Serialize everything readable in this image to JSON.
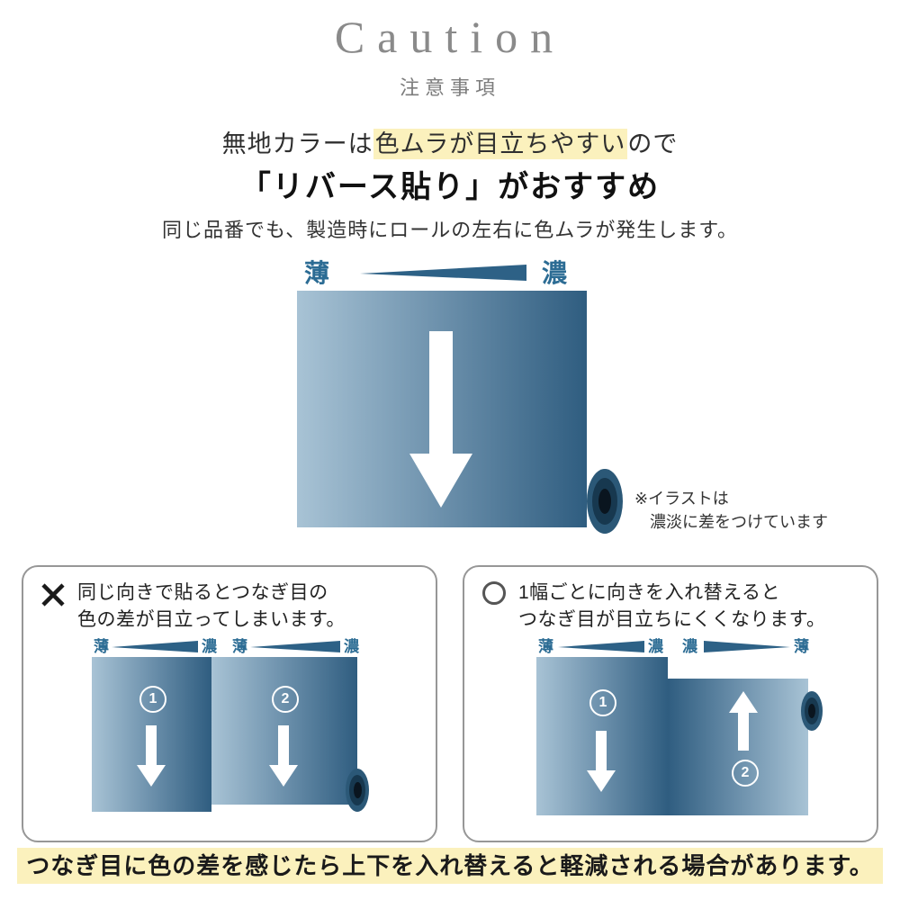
{
  "page": {
    "title": "Caution",
    "subtitle": "注意事項",
    "heading": {
      "pre": "無地カラーは",
      "highlight": "色ムラが目立ちやすい",
      "post": "ので",
      "line2": "「リバース貼り」がおすすめ"
    },
    "description": "同じ品番でも、製造時にロールの左右に色ムラが発生します。",
    "note": {
      "line1": "※イラストは",
      "line2": "濃淡に差をつけています"
    },
    "footer": "つなぎ目に色の差を感じたら上下を入れ替えると軽減される場合があります。"
  },
  "labels": {
    "light": "薄",
    "dark": "濃"
  },
  "bad_box": {
    "text_line1": "同じ向きで貼るとつなぎ目の",
    "text_line2": "色の差が目立ってしまいます。",
    "step1": "1",
    "step2": "2"
  },
  "good_box": {
    "text_line1": "1幅ごとに向きを入れ替えると",
    "text_line2": "つなぎ目が目立ちにくくなります。",
    "step1": "1",
    "step2": "2"
  },
  "colors": {
    "highlight_yellow": "#FBF1BD",
    "roll_light": "#A8C3D5",
    "roll_dark": "#2F5D80",
    "label_blue": "#2C6C94",
    "title_gray": "#8A8A8A",
    "text_dark": "#333333"
  }
}
